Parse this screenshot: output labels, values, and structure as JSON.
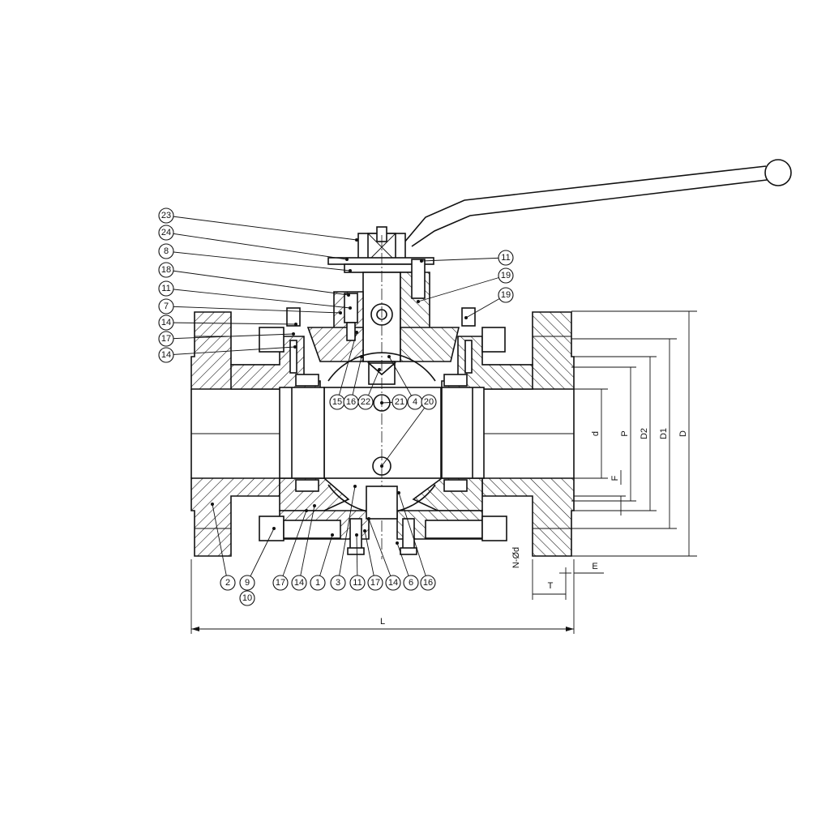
{
  "callouts": [
    {
      "num": "23"
    },
    {
      "num": "24"
    },
    {
      "num": "8"
    },
    {
      "num": "18"
    },
    {
      "num": "11"
    },
    {
      "num": "7"
    },
    {
      "num": "14"
    },
    {
      "num": "17"
    },
    {
      "num": "14"
    },
    {
      "num": "11"
    },
    {
      "num": "19"
    },
    {
      "num": "19"
    },
    {
      "num": "15"
    },
    {
      "num": "16"
    },
    {
      "num": "22"
    },
    {
      "num": "21"
    },
    {
      "num": "4"
    },
    {
      "num": "20"
    },
    {
      "num": "2"
    },
    {
      "num": "9"
    },
    {
      "num": "10"
    },
    {
      "num": "17"
    },
    {
      "num": "14"
    },
    {
      "num": "1"
    },
    {
      "num": "3"
    },
    {
      "num": "11"
    },
    {
      "num": "17"
    },
    {
      "num": "14"
    },
    {
      "num": "6"
    },
    {
      "num": "16"
    }
  ],
  "dimensions": {
    "d": "d",
    "P": "P",
    "D2": "D2",
    "D1": "D1",
    "D": "D",
    "F": "F",
    "Nd": "N-Ød",
    "E": "E",
    "T": "T",
    "L": "L"
  }
}
